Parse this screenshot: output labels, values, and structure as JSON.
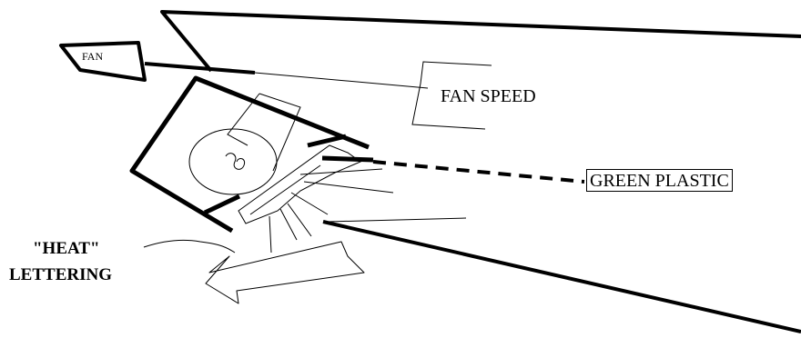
{
  "diagram": {
    "labels": {
      "fan": "FAN",
      "fan_speed": "FAN SPEED",
      "green_plastic": "GREEN PLASTIC",
      "heat": "\"HEAT\"",
      "lettering": "LETTERING"
    },
    "colors": {
      "background": "#ffffff",
      "ink": "#000000"
    }
  }
}
